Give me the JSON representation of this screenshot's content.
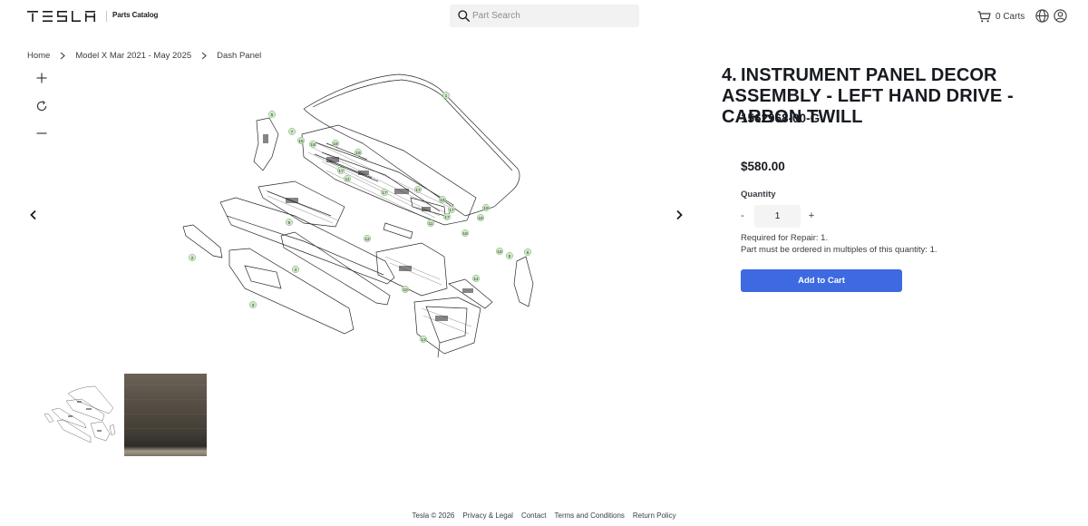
{
  "header": {
    "brand": "TESLA",
    "catalog_label": "Parts Catalog",
    "search_placeholder": "Part Search",
    "cart_label": "0 Carts"
  },
  "breadcrumb": [
    "Home",
    "Model X Mar 2021 - May 2025",
    "Dash Panel"
  ],
  "product": {
    "item_number": "4.",
    "title": "INSTRUMENT PANEL DECOR ASSEMBLY - LEFT HAND DRIVE - CARBON TWILL",
    "part_number": "1562968-00-G",
    "price": "$580.00",
    "quantity_label": "Quantity",
    "quantity_value": "1",
    "minus_label": "-",
    "plus_label": "+",
    "required_text": "Required for Repair: 1.",
    "multiples_text": "Part must be ordered in multiples of this quantity: 1.",
    "add_to_cart_label": "Add to Cart"
  },
  "diagram": {
    "callouts": [
      "1",
      "5",
      "7",
      "15",
      "18",
      "18",
      "16",
      "17",
      "11",
      "17",
      "17",
      "16",
      "17",
      "19",
      "18",
      "9",
      "11",
      "17",
      "18",
      "12",
      "2",
      "4",
      "15",
      "8",
      "6",
      "14",
      "10",
      "3",
      "13"
    ]
  },
  "footer": {
    "copyright": "Tesla © 2026",
    "links": [
      "Privacy & Legal",
      "Contact",
      "Terms and Conditions",
      "Return Policy"
    ]
  },
  "icons": {
    "search": "search-icon",
    "cart": "cart-icon",
    "globe": "globe-icon",
    "account": "account-icon",
    "zoom_in": "plus-icon",
    "reset": "reset-icon",
    "zoom_out": "minus-icon",
    "prev": "chevron-left-icon",
    "next": "chevron-right-icon"
  },
  "colors": {
    "accent": "#3e6ae1",
    "text": "#171a20",
    "callout_fill": "#cfe8c8"
  }
}
